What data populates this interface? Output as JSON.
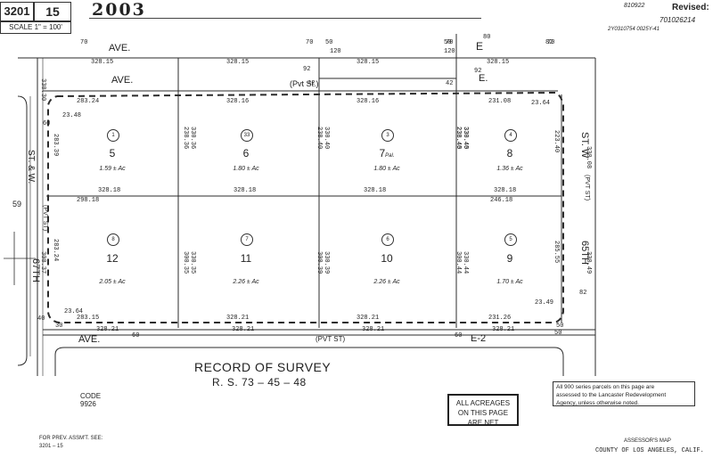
{
  "header": {
    "book": "3201",
    "page": "15",
    "year": "2003",
    "scale": "SCALE 1\" = 100'",
    "revised_label": "Revised:",
    "revised_code1": "810922",
    "revised_code2": "701026214",
    "revised_code3": "2Y0310754 0025Y-41"
  },
  "streets": {
    "top_ave": "AVE.",
    "top_e": "E",
    "inner_ave": "AVE.",
    "inner_e": "E.",
    "pvt_st_top": "(Pvt St.)",
    "bottom_ave": "AVE.",
    "bottom_pvt": "(PVT ST)",
    "bottom_e2": "E-2",
    "left_st": "ST. & W.",
    "left_67": "67TH",
    "left_pvt": "(PVT ST)",
    "right_st": "ST. W",
    "right_65": "65TH",
    "right_pvt": "(PVT ST)",
    "left_margin_59": "59"
  },
  "parcels": [
    {
      "number": "5",
      "code": "1",
      "acres": "1.59 ± Ac"
    },
    {
      "number": "6",
      "code": "33",
      "acres": "1.80 ± Ac"
    },
    {
      "number": "7",
      "code": "3",
      "acres": "1.80 ± Ac",
      "note": "Pal."
    },
    {
      "number": "8",
      "code": "4",
      "acres": "1.36 ± Ac"
    },
    {
      "number": "12",
      "code": "8",
      "acres": "2.05 ± Ac"
    },
    {
      "number": "11",
      "code": "7",
      "acres": "2.26 ± Ac"
    },
    {
      "number": "10",
      "code": "6",
      "acres": "2.26 ± Ac"
    },
    {
      "number": "9",
      "code": "5",
      "acres": "1.70 ± Ac"
    }
  ],
  "dims": {
    "top_row": [
      "328.15",
      "328.15",
      "328.15",
      "328.15"
    ],
    "top_inner": [
      "283.24",
      "328.16",
      "328.16",
      "231.08"
    ],
    "mid": [
      "328.18",
      "328.18",
      "328.18",
      "328.18"
    ],
    "mid_lower": [
      "298.18",
      "",
      "",
      "246.18"
    ],
    "bottom_inner": [
      "283.15",
      "328.21",
      "328.21",
      "231.26"
    ],
    "bottom_outer": [
      "328.21",
      "328.21",
      "328.21",
      "328.21"
    ],
    "vertical_top": [
      "330.36",
      "238.36",
      "330.40",
      "238.40",
      "330.40",
      "238.40",
      "330.45",
      "238.45"
    ],
    "vertical_bottom": [
      "330.35",
      "300.35",
      "330.39",
      "300.39",
      "330.44",
      "300.44"
    ],
    "left_vert": [
      "330.30",
      "283.39",
      "300.37",
      "283.24"
    ],
    "right_vert": [
      "223.40",
      "330.08",
      "285.55",
      "330.49"
    ],
    "corner": [
      "23.48",
      "23.64",
      "23.64",
      "23.49"
    ],
    "frontage": [
      "70",
      "70",
      "50",
      "120",
      "50",
      "120",
      "70",
      "70",
      "92",
      "92",
      "42",
      "42",
      "60",
      "80",
      "82",
      "82",
      "30",
      "40",
      "60",
      "60",
      "50",
      "50"
    ]
  },
  "title": {
    "record": "RECORD OF SURVEY",
    "rs": "R. S.  73 – 45 – 48"
  },
  "code": {
    "label": "CODE",
    "value": "9926"
  },
  "acreage_note": [
    "ALL ACREAGES",
    "ON THIS PAGE",
    "ARE NET"
  ],
  "redevelopment_note": [
    "All 900 series parcels on this page are",
    "assessed to the Lancaster Redevelopment",
    "Agency, unless otherwise noted."
  ],
  "prev_assmt": [
    "FOR PREV. ASSM'T. SEE:",
    "3201 – 15"
  ],
  "footer": [
    "ASSESSOR'S MAP",
    "COUNTY OF LOS ANGELES, CALIF."
  ],
  "colors": {
    "ink": "#2b2b2b",
    "paper": "#ffffff"
  }
}
